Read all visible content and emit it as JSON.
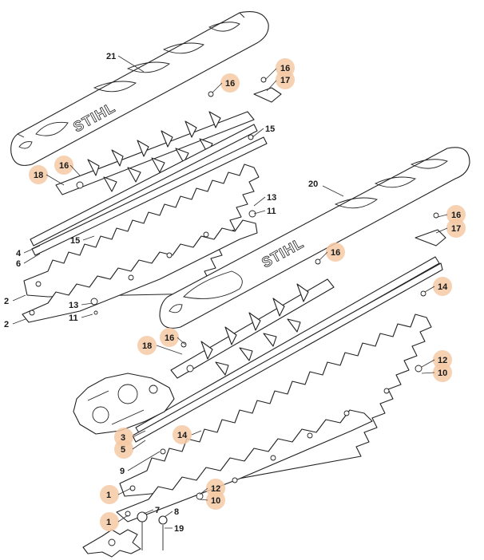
{
  "diagram": {
    "brand": "STIHL",
    "highlight_color": "#f5c9a5",
    "line_color": "#222222",
    "labels": {
      "l21": "21",
      "l20": "20",
      "l16a": "16",
      "l17a": "17",
      "l16b": "16",
      "l16c": "16",
      "l18a": "18",
      "l15a": "15",
      "l13a": "13",
      "l11a": "11",
      "l4": "4",
      "l6": "6",
      "l15b": "15",
      "l2a": "2",
      "l13b": "13",
      "l2b": "2",
      "l11b": "11",
      "l16d": "16",
      "l17b": "17",
      "l16e": "16",
      "l14a": "14",
      "l18b": "18",
      "l16f": "16",
      "l12a": "12",
      "l10a": "10",
      "l3": "3",
      "l5": "5",
      "l14b": "14",
      "l9": "9",
      "l1a": "1",
      "l12b": "12",
      "l10b": "10",
      "l7": "7",
      "l8": "8",
      "l1b": "1",
      "l19": "19"
    }
  }
}
